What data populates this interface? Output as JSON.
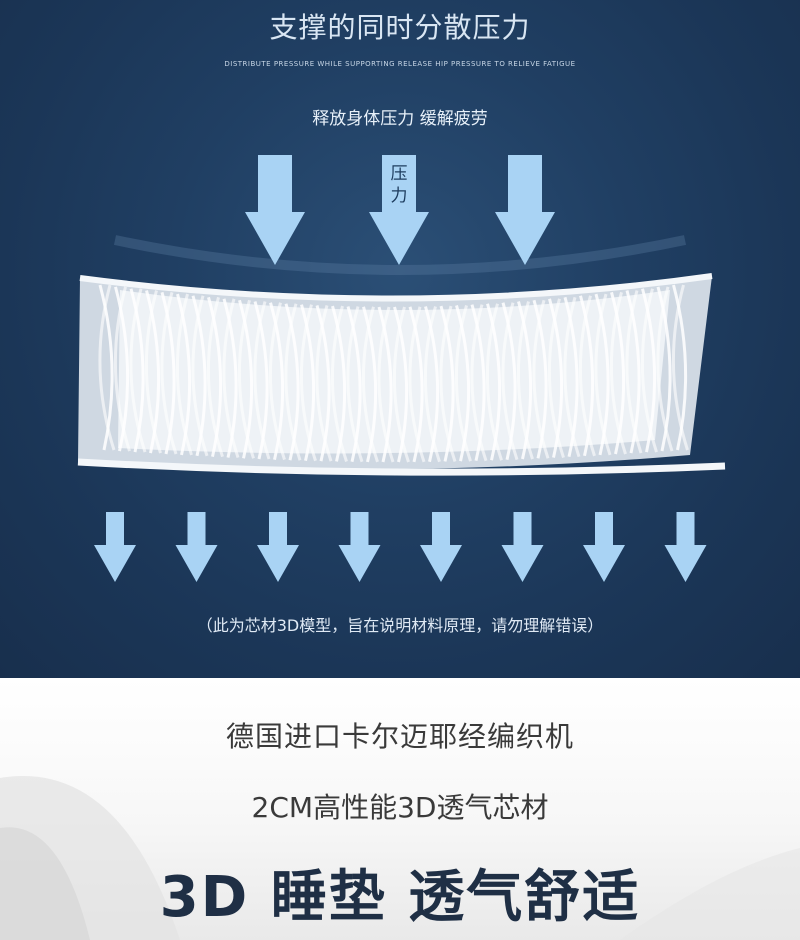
{
  "header": {
    "title": "支撑的同时分散压力",
    "subtitle_en": "DISTRIBUTE PRESSURE WHILE SUPPORTING RELEASE HIP PRESSURE TO RELIEVE FATIGUE",
    "subtitle_cn": "释放身体压力 缓解疲劳"
  },
  "diagram": {
    "pressure_label": "压力",
    "note": "（此为芯材3D模型，旨在说明材料原理，请勿理解错误）"
  },
  "features": {
    "line1": "德国进口卡尔迈耶经编织机",
    "line2": "2CM高性能3D透气芯材",
    "headline": "3D 睡垫 透气舒适"
  },
  "colors": {
    "arrow": "#a9d3f4",
    "background_top": "#1f3d60",
    "headline": "#1f2f45"
  }
}
